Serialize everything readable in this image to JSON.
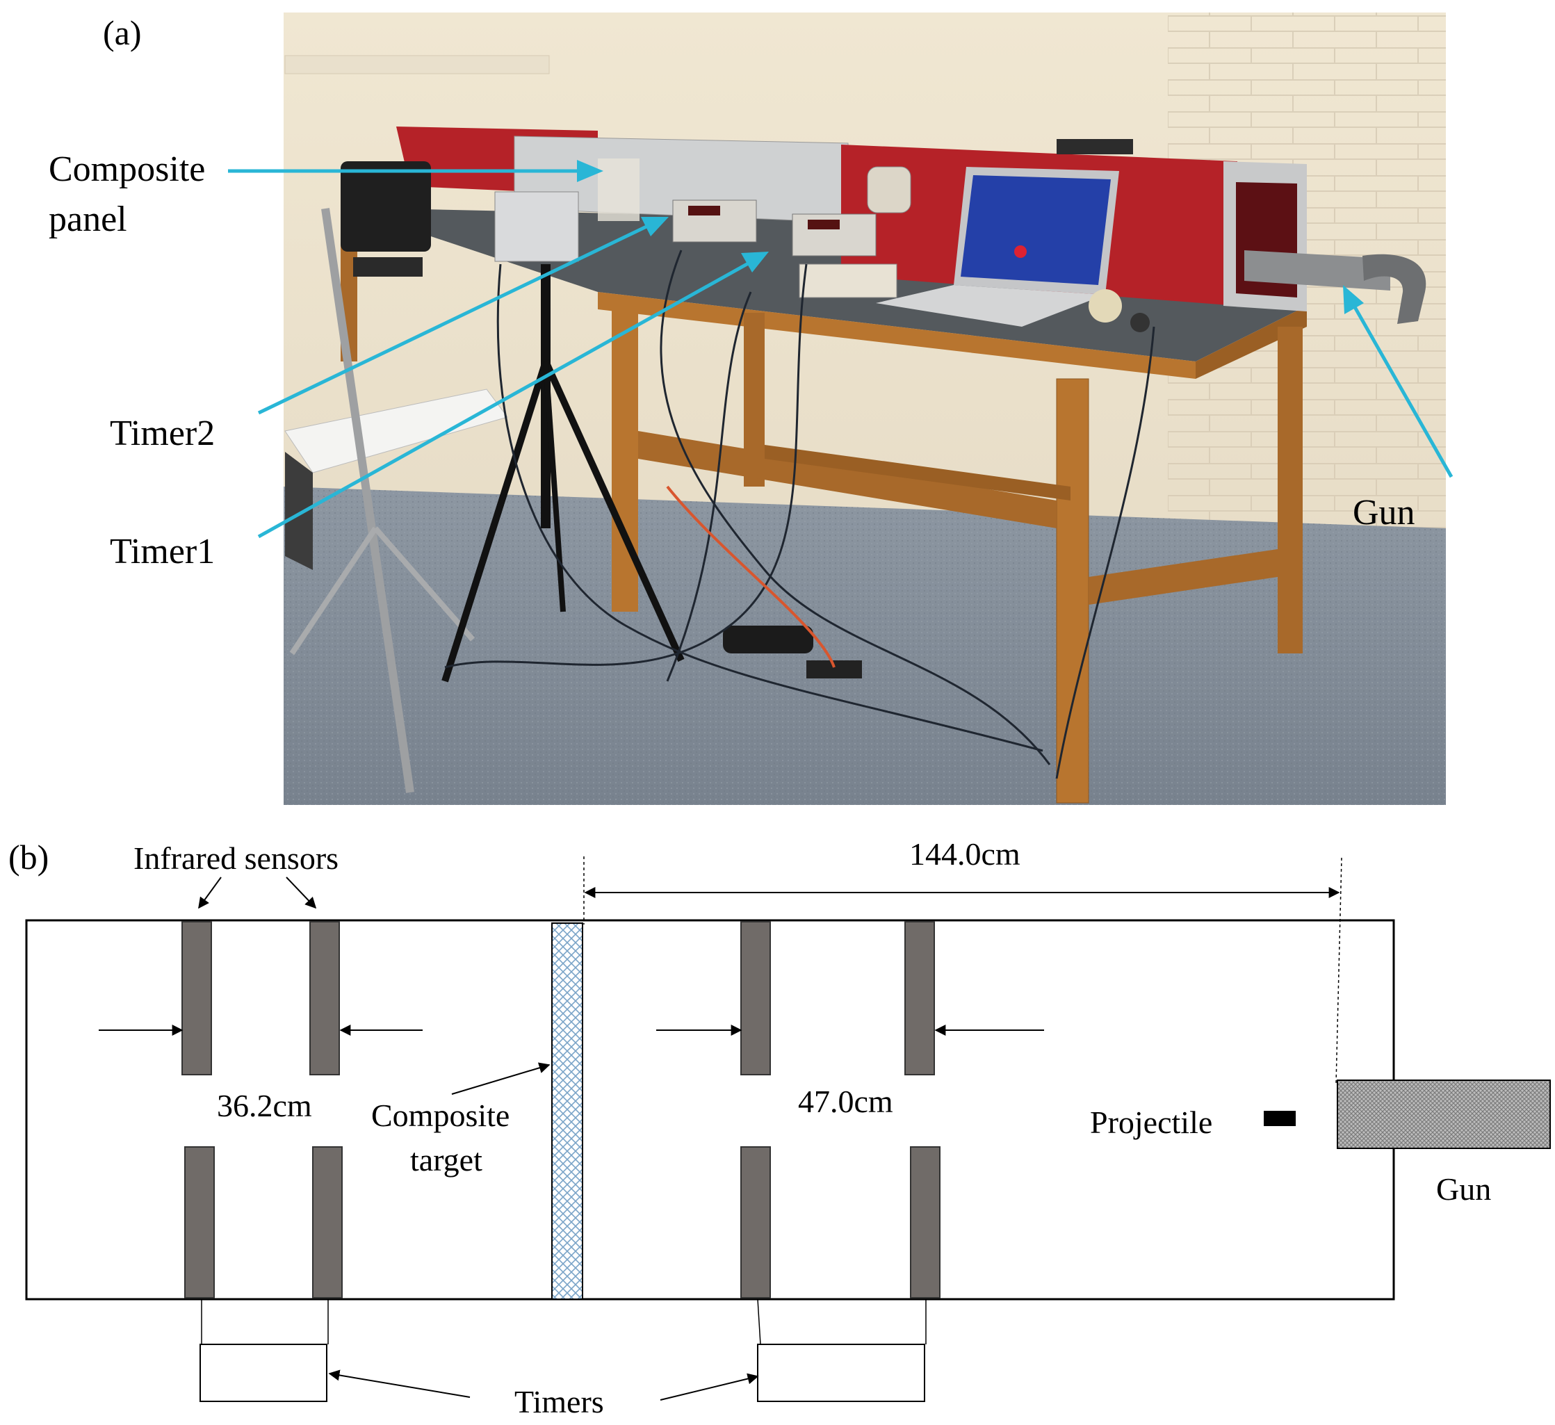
{
  "panel_a": {
    "tag": "(a)",
    "labels": {
      "composite_panel_line1": "Composite",
      "composite_panel_line2": "panel",
      "timer2": "Timer2",
      "timer1": "Timer1",
      "gun": "Gun"
    },
    "colors": {
      "callout": "#29b6d6",
      "gun_box": "#b52228",
      "table": "#b8752f"
    }
  },
  "panel_b": {
    "tag": "(b)",
    "labels": {
      "infrared_sensors": "Infrared sensors",
      "gap_left": "36.2cm",
      "gap_right": "47.0cm",
      "span": "144.0cm",
      "composite_target_line1": "Composite",
      "composite_target_line2": "target",
      "projectile": "Projectile",
      "gun": "Gun",
      "timers": "Timers"
    },
    "colors": {
      "sensor": "#706b68",
      "target": "#b7cfe3"
    }
  }
}
